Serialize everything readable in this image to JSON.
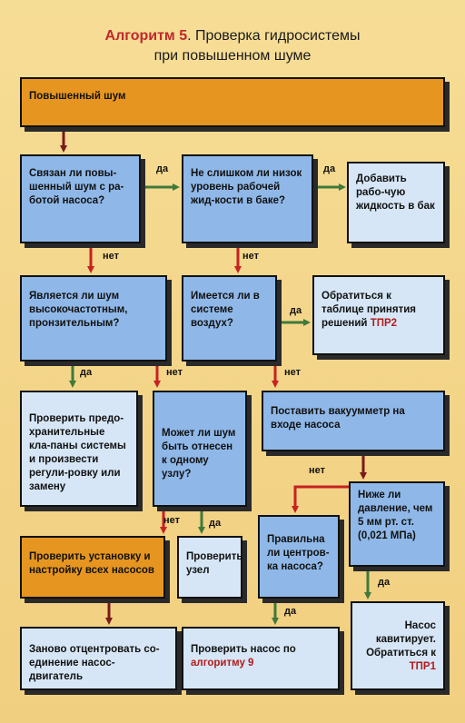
{
  "title": {
    "prefix": "Алгоритм 5",
    "line1_rest": ". Проверка гидросистемы",
    "line2": "при повышенном шуме"
  },
  "nodes": {
    "start": "Повышенный шум",
    "q_pump": "Связан ли повы-шенный шум с ра-ботой насоса?",
    "q_level": "Не слишком ли низок уровень рабочей жид-кости в баке?",
    "a_add": "Добавить рабо-чую жидкость в бак",
    "q_hf": "Является ли шум высокочастотным, пронзительным?",
    "q_air": "Имеется ли в системе воздух?",
    "a_table": "Обратиться к таблице принятия решений",
    "a_table_ref": "ТПР2",
    "a_valves": "Проверить предо-хранительные кла-паны системы и произвести регули-ровку или замену",
    "q_unit": "Может ли шум быть отнесен к одному узлу?",
    "a_vacuum": "Поставить вакуумметр на входе насоса",
    "q_pressure": "Ниже ли давление, чем 5 мм рт. ст. (0,021 МПа)",
    "q_center": "Правильна ли центров-ка насоса?",
    "a_setup": "Проверить установку и настройку всех насосов",
    "a_node": "Проверить узел",
    "a_recenter": "Заново отцентровать со-единение насос-двигатель",
    "a_algo": "Проверить насос по",
    "a_algo_ref": "алгоритму 9",
    "a_cav": "Насос кавитирует. Обратиться к",
    "a_cav_ref": "ТПР1"
  },
  "labels": {
    "yes": "да",
    "no": "нет"
  },
  "colors": {
    "box_blue": "#8fb8e8",
    "box_light": "#d6e6f6",
    "box_orange": "#e69620",
    "arrow_yes": "#3f7a3a",
    "arrow_no": "#c72222"
  }
}
